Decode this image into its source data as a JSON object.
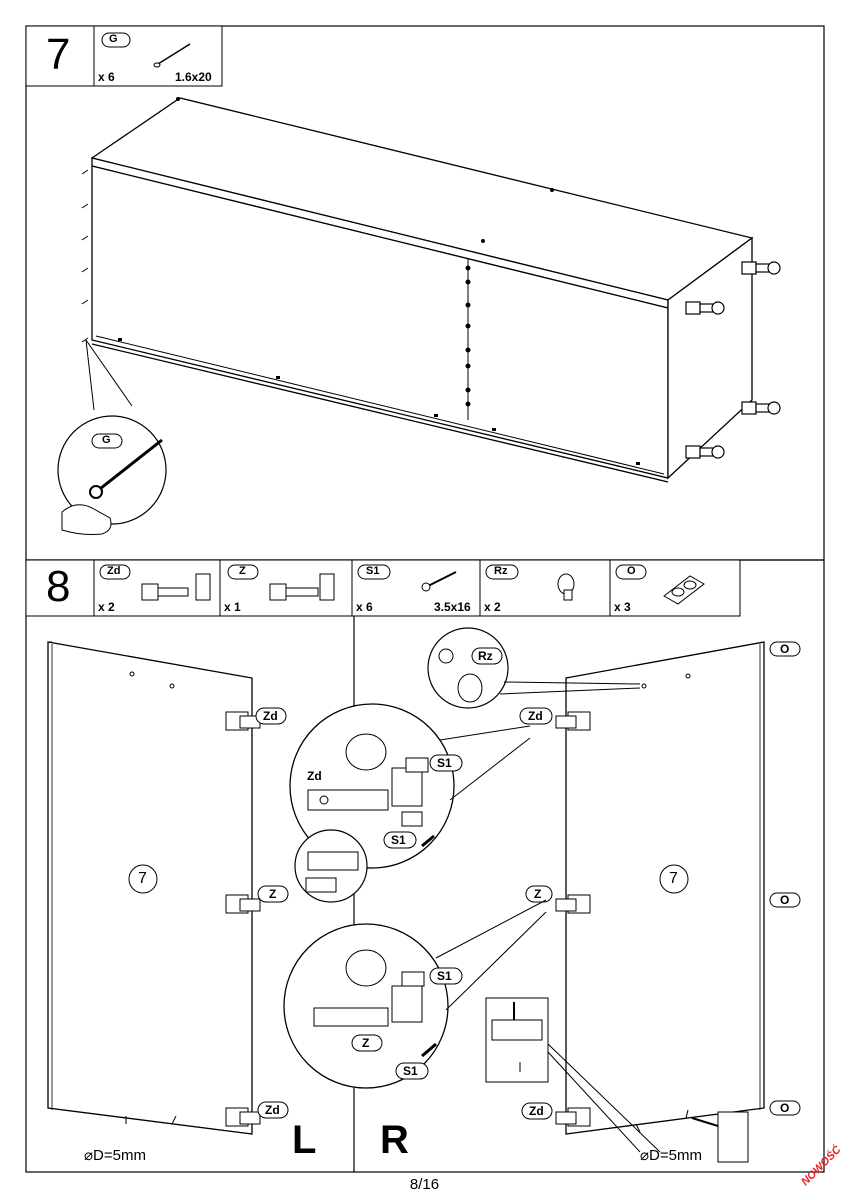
{
  "step7": {
    "number": "7",
    "part": {
      "code": "G",
      "qty": "x 6",
      "size": "1.6x20"
    },
    "callout_label": "G"
  },
  "step8": {
    "number": "8",
    "parts": [
      {
        "code": "Zd",
        "qty": "x 2",
        "size": ""
      },
      {
        "code": "Z",
        "qty": "x 1",
        "size": ""
      },
      {
        "code": "S1",
        "qty": "x 6",
        "size": "3.5x16"
      },
      {
        "code": "Rz",
        "qty": "x 2",
        "size": ""
      },
      {
        "code": "O",
        "qty": "x 3",
        "size": ""
      }
    ],
    "panel_id": "7",
    "left_side": "L",
    "right_side": "R",
    "drill_note": "⌀D=5mm",
    "labels": {
      "zd": "Zd",
      "z": "Z",
      "s1": "S1",
      "rz": "Rz",
      "o": "O"
    }
  },
  "footer": {
    "page": "8/16",
    "brand": "NOWOŚĆ"
  }
}
